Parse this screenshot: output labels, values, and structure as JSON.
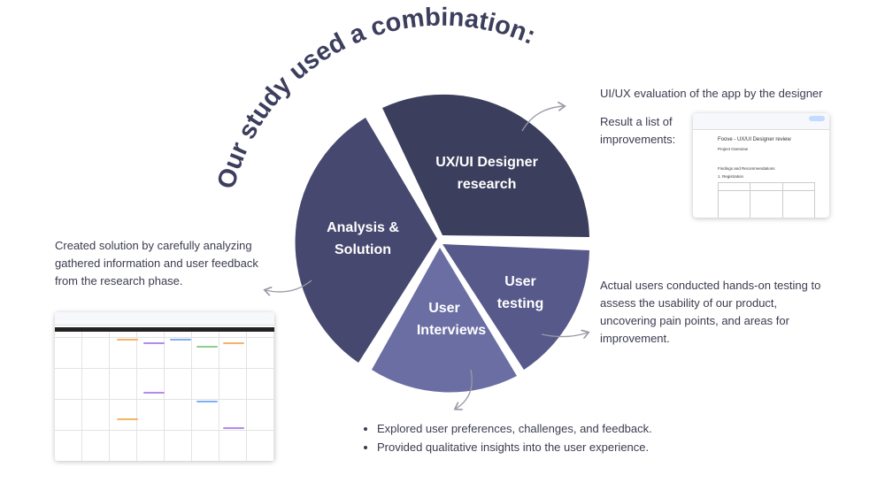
{
  "title": "Our study used a combination:",
  "segments": {
    "designer": "UX/UI Designer research",
    "designer_l1": "UX/UI Designer",
    "designer_l2": "research",
    "testing_l1": "User",
    "testing_l2": "testing",
    "interviews_l1": "User",
    "interviews_l2": "Interviews",
    "analysis_l1": "Analysis &",
    "analysis_l2": "Solution"
  },
  "annotations": {
    "designer_eval": "UI/UX evaluation of the app by the designer",
    "designer_result_l1": "Result a list of",
    "designer_result_l2": "improvements:",
    "testing_l1": "Actual users conducted hands-on testing to",
    "testing_l2": "assess the usability of our product,",
    "testing_l3": "uncovering pain points, and areas for",
    "testing_l4": "improvement.",
    "analysis_l1": "Created solution by carefully analyzing",
    "analysis_l2": "gathered information and user feedback",
    "analysis_l3": "from the research phase.",
    "interviews_bullets": [
      "Explored user preferences, challenges, and feedback.",
      "Provided qualitative insights into the user experience."
    ]
  },
  "doc_preview": {
    "title": "Foove - UX/UI Designer review",
    "section1": "Project Overview",
    "section2": "Findings and Recommendations",
    "section3": "1. Registration"
  },
  "colors": {
    "designer": "#3c3e5d",
    "testing": "#56598a",
    "interviews": "#6a6ea3",
    "analysis": "#46486f",
    "title": "#3c3e5d"
  }
}
